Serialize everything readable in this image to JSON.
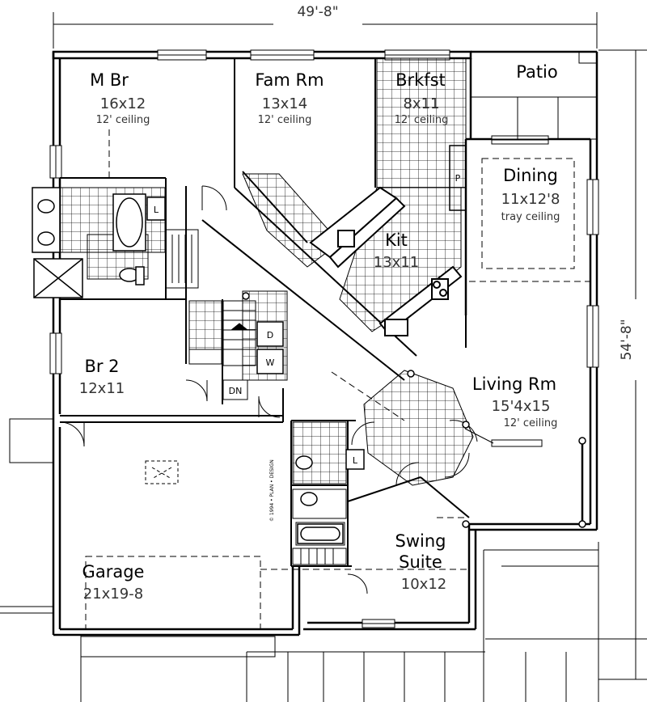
{
  "overall": {
    "width": "49'-8\"",
    "depth": "54'-8\""
  },
  "rooms": {
    "mbr": {
      "name": "M Br",
      "size": "16x12",
      "note": "12' ceiling"
    },
    "famrm": {
      "name": "Fam Rm",
      "size": "13x14",
      "note": "12' ceiling"
    },
    "brkfst": {
      "name": "Brkfst",
      "size": "8x11",
      "note": "12' ceiling"
    },
    "patio": {
      "name": "Patio"
    },
    "dining": {
      "name": "Dining",
      "size": "11x12'8",
      "note": "tray ceiling"
    },
    "kit": {
      "name": "Kit",
      "size": "13x11"
    },
    "br2": {
      "name": "Br 2",
      "size": "12x11"
    },
    "living": {
      "name": "Living Rm",
      "size": "15'4x15",
      "note": "12' ceiling"
    },
    "garage": {
      "name": "Garage",
      "size": "21x19-8"
    },
    "swing": {
      "name": "Swing",
      "name2": "Suite",
      "size": "10x12"
    }
  },
  "fixtures": {
    "linen_1": "L",
    "linen_2": "L",
    "pantry": "P",
    "dryer": "D",
    "washer": "W",
    "stair_down": "DN"
  }
}
